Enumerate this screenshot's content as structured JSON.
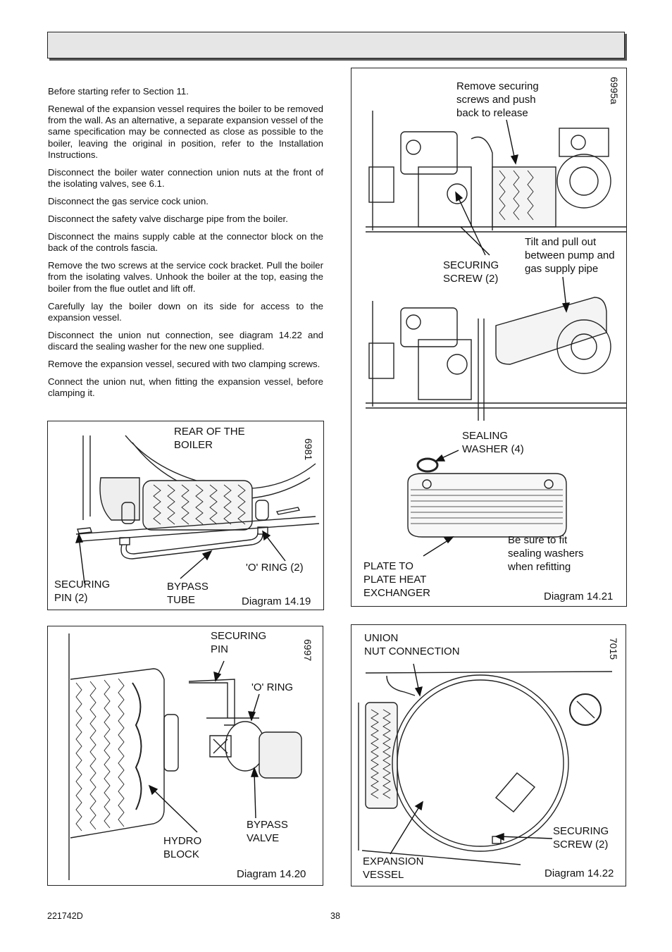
{
  "paragraphs": [
    "Before starting refer to Section 11.",
    "Renewal of the expansion vessel requires the boiler to be removed from the wall. As an alternative, a separate expansion vessel of the same specification may be connected as close as possible to the boiler, leaving the original in position, refer to the Installation Instructions.",
    "Disconnect the boiler water connection union nuts at the front of the isolating valves, see 6.1.",
    "Disconnect the gas service cock union.",
    "Disconnect the safety valve discharge pipe from the boiler.",
    "Disconnect the mains supply cable at the connector block on the back of the controls fascia.",
    "Remove the two screws at the service cock bracket. Pull the boiler from the isolating valves. Unhook the boiler at the top, easing the boiler from the flue outlet and lift off.",
    "Carefully lay the boiler down on its side for access to the expansion vessel.",
    "Disconnect the union nut connection, see diagram 14.22 and discard the sealing washer for the new one supplied.",
    "Remove the expansion vessel, secured with two clamping screws.",
    "Connect the union nut, when fitting the expansion vessel, before clamping it."
  ],
  "diagram_14_19": {
    "code": "6981",
    "rear_label": "REAR OF THE\nBOILER",
    "securing_pin": "SECURING\nPIN (2)",
    "bypass_tube": "BYPASS\nTUBE",
    "o_ring": "'O' RING (2)",
    "caption": "Diagram 14.19"
  },
  "diagram_14_20": {
    "code": "6997",
    "securing_pin": "SECURING\nPIN",
    "o_ring": "'O' RING",
    "bypass_valve": "BYPASS\nVALVE",
    "hydro_block": "HYDRO\nBLOCK",
    "caption": "Diagram 14.20"
  },
  "diagram_14_21": {
    "code": "6995a",
    "remove_screws": "Remove securing\nscrews and push\nback to release",
    "tilt": "Tilt and pull out\nbetween pump and\ngas supply pipe",
    "securing_screw": "SECURING\nSCREW (2)",
    "sealing_washer": "SEALING\nWASHER (4)",
    "be_sure": "Be sure to fit\nsealing washers\nwhen refitting",
    "plate": "PLATE TO\nPLATE HEAT\nEXCHANGER",
    "caption": "Diagram 14.21"
  },
  "diagram_14_22": {
    "code": "7015",
    "union": "UNION\nNUT CONNECTION",
    "securing_screw": "SECURING\nSCREW (2)",
    "expansion_vessel": "EXPANSION\nVESSEL",
    "caption": "Diagram 14.22"
  },
  "footer": {
    "doc_number": "221742D",
    "page_number": "38"
  }
}
